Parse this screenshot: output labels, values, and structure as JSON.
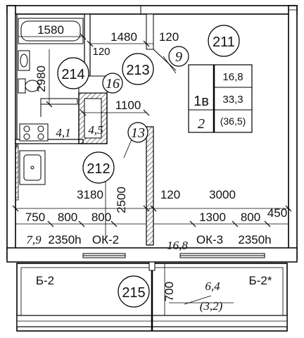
{
  "rooms": {
    "r211": "211",
    "r212": "212",
    "r213": "213",
    "r214": "214",
    "r215": "215"
  },
  "areas": {
    "a9": "9",
    "a16": "16",
    "a13": "13",
    "a4_1": "4,1",
    "a4_5": "4,5",
    "a7_9": "7,9",
    "a16_8": "16,8",
    "a6_4": "6,4",
    "a3_2": "(3,2)"
  },
  "summary_table": {
    "apartment_type": "1в",
    "apartment_index": "2",
    "living_area": "16,8",
    "total_area": "33,3",
    "total_with_balcony": "(36,5)"
  },
  "dimensions": {
    "d1580": "1580",
    "d1480": "1480",
    "d120_top": "120",
    "d120_bath": "120",
    "d2980": "2980",
    "d1100": "1100",
    "d3180": "3180",
    "d2500": "2500",
    "d120_mid": "120",
    "d3000": "3000",
    "d750": "750",
    "d800_a": "800",
    "d800_b": "800",
    "d1300": "1300",
    "d800_c": "800",
    "d450": "450",
    "d2350h_a": "2350h",
    "d2350h_b": "2350h",
    "d700": "700"
  },
  "openings": {
    "window_left": "ОК-2",
    "window_right": "ОК-3",
    "balcony_left": "Б-2",
    "balcony_right": "Б-2*"
  }
}
